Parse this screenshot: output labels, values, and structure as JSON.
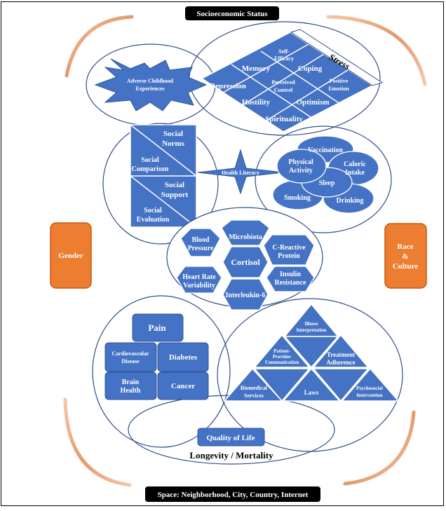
{
  "colors": {
    "shape_fill": "#4472C4",
    "shape_stroke": "#2F5597",
    "ellipse_stroke": "#2E4C8A",
    "orange_fill": "#ED7D31",
    "orange_stroke": "#C55A11",
    "arc": "#E0A27A",
    "header_bg": "#000000",
    "header_text": "#ffffff"
  },
  "top_banner": "Socioeconomic Status",
  "bottom_banner": "Space: Neighborhood, City, Country, Internet",
  "left_box": "Gender",
  "right_box": {
    "line1": "Race",
    "line2": "&",
    "line3": "Culture"
  },
  "stress": {
    "title": "Stress",
    "self_efficacy": [
      "Self-",
      "Efficacy"
    ],
    "memory": "Memory",
    "coping": "Coping",
    "depression": "Depression",
    "perceived_control": [
      "Perceived",
      "Control"
    ],
    "positive_emotion": [
      "Positive",
      "Emotion"
    ],
    "hostility": "Hostility",
    "optimism": "Optimism",
    "spirituality": "Spirituality"
  },
  "adverse": [
    "Adverse Childhood",
    "Experiences"
  ],
  "social": {
    "norms": [
      "Social",
      "Norms"
    ],
    "comparison": [
      "Social",
      "Comparison"
    ],
    "support": [
      "Social",
      "Support"
    ],
    "evaluation": [
      "Social",
      "Evaluation"
    ]
  },
  "health_literacy": "Health Literacy",
  "behaviors": {
    "vaccination": "Vaccination",
    "physical_activity": [
      "Physical",
      "Activity"
    ],
    "caloric_intake": [
      "Caloric",
      "Intake"
    ],
    "sleep": "Sleep",
    "smoking": "Smoking",
    "drinking": "Drinking"
  },
  "biomarkers": {
    "blood_pressure": [
      "Blood",
      "Pressure"
    ],
    "microbiota": "Microbiota",
    "c_reactive": [
      "C-Reactive",
      "Protein"
    ],
    "cortisol": "Cortisol",
    "heart_rate": [
      "Heart Rate",
      "Variability"
    ],
    "insulin": [
      "Insulin",
      "Resistance"
    ],
    "interleukin": "Interleukin-6"
  },
  "diseases": {
    "pain": "Pain",
    "cardio": [
      "Cardiovascular",
      "Disease"
    ],
    "diabetes": "Diabetes",
    "brain": [
      "Brain",
      "Health"
    ],
    "cancer": "Cancer"
  },
  "pyramid": {
    "illness": [
      "Illness",
      "Interpretation"
    ],
    "patient_provider": [
      "Patient-",
      "Provider",
      "Communication"
    ],
    "treatment": [
      "Treatment",
      "Adherence"
    ],
    "biomedical": [
      "Biomedical",
      "Services"
    ],
    "laws": "Laws",
    "psychosocial": [
      "Psychosocial",
      "Intervention"
    ]
  },
  "quality_of_life": "Quality of Life",
  "longevity": "Longevity / Mortality"
}
